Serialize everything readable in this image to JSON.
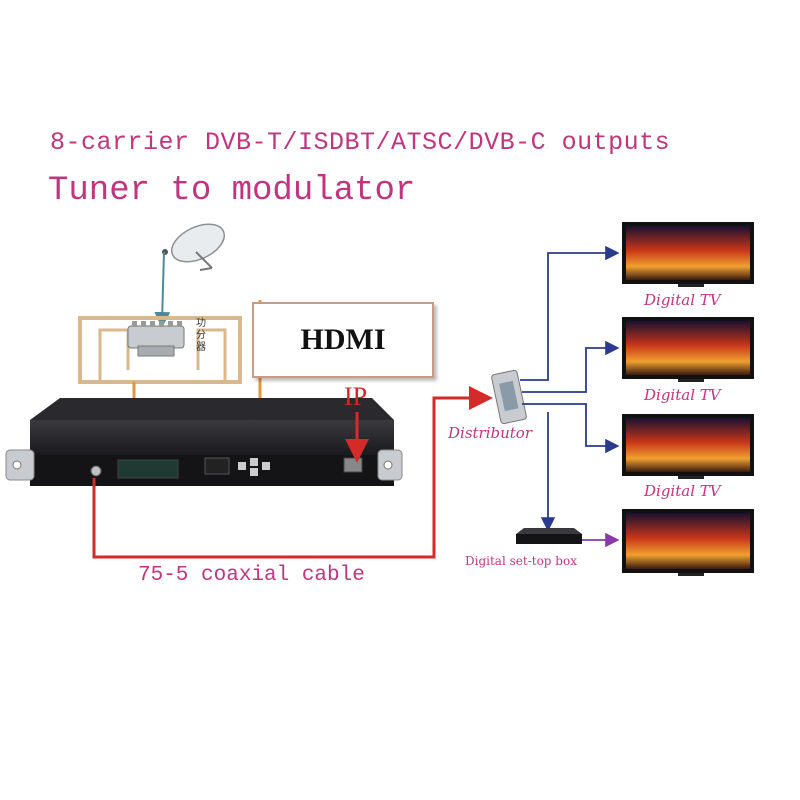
{
  "title_outputs": "8-carrier DVB-T/ISDBT/ATSC/DVB-C outputs",
  "title_tuner": "Tuner to modulator",
  "hdmi_label": "HDMI",
  "ip_label": "IP",
  "splitter_label": "功分器",
  "distributor_label": "Distributor",
  "tv_labels": [
    "Digital TV",
    "Digital TV",
    "Digital TV"
  ],
  "stb_label": "Digital set-top box",
  "cable_label": "75-5 coaxial cable",
  "colors": {
    "title": "#c2347e",
    "coax": "#d42a2a",
    "feed_line": "#e8953a",
    "tv_arrow": "#2a3a8c",
    "stb_arrow": "#8a3aa8"
  }
}
